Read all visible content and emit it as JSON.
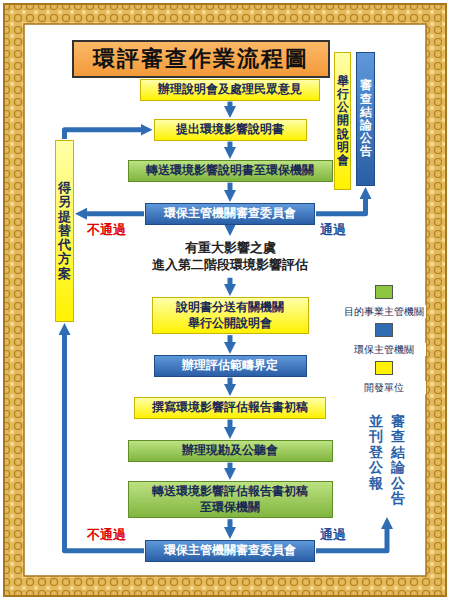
{
  "diagram": {
    "title": "環評審查作業流程圖",
    "nodes": [
      {
        "text": [
          "辦理說明會及處理民眾意見"
        ]
      },
      {
        "text": [
          "舉行公開說明會"
        ]
      },
      {
        "text": [
          "審查結論公告"
        ]
      },
      {
        "text": [
          "提出環境影響說明書"
        ]
      },
      {
        "text": [
          "得另提替代方案"
        ]
      },
      {
        "text": [
          "轉送環境影響說明書至環保機關"
        ]
      },
      {
        "text": [
          "環保主管機關審查委員會"
        ]
      },
      {
        "text": [
          "有重大影響之虞 進入第二階段環境影響評估"
        ]
      },
      {
        "text": [
          "說明書分送有關機關 舉行公開說明會"
        ]
      },
      {
        "text": [
          "辦理評估範疇界定"
        ]
      },
      {
        "text": [
          "撰寫環境影響評估報告書初稿"
        ]
      },
      {
        "text": [
          "辦理現勘及公聽會"
        ]
      },
      {
        "text": [
          "審查結論公告",
          "並刊登公報"
        ]
      },
      {
        "text": [
          "轉送環境影響評估報告書初稿 至環保機關"
        ]
      },
      {
        "text": [
          "環保主管機關審查委員會"
        ]
      }
    ],
    "edges": [
      {
        "from": 0,
        "to": 3,
        "arrow": "to"
      },
      {
        "from": 3,
        "to": 5,
        "arrow": "to"
      },
      {
        "from": 5,
        "to": 6,
        "arrow": "to"
      },
      {
        "from": 6,
        "to": 7,
        "arrow": "to"
      },
      {
        "from": 7,
        "to": 8,
        "arrow": "to"
      },
      {
        "from": 8,
        "to": 9,
        "arrow": "to"
      },
      {
        "from": 9,
        "to": 10,
        "arrow": "to"
      },
      {
        "from": 10,
        "to": 11,
        "arrow": "to"
      },
      {
        "from": 11,
        "to": 13,
        "arrow": "to"
      },
      {
        "from": 13,
        "to": 14,
        "arrow": "to"
      },
      {
        "from": 6,
        "to": 4,
        "label": "不通過",
        "arrow": "to"
      },
      {
        "from": 6,
        "to": 2,
        "label": "通過",
        "arrow": "to"
      },
      {
        "from": 4,
        "to": 3,
        "arrow": "to"
      },
      {
        "from": 14,
        "to": 4,
        "label": "不通過",
        "arrow": "to"
      },
      {
        "from": 14,
        "to": 12,
        "label": "通過",
        "arrow": "to"
      }
    ],
    "legend": [
      {
        "text": "目的事業主管機關",
        "color": "#8cc63f"
      },
      {
        "text": "環保主管機關",
        "color": "#2e6db4"
      },
      {
        "text": "開發單位",
        "color": "#fff200"
      }
    ]
  }
}
